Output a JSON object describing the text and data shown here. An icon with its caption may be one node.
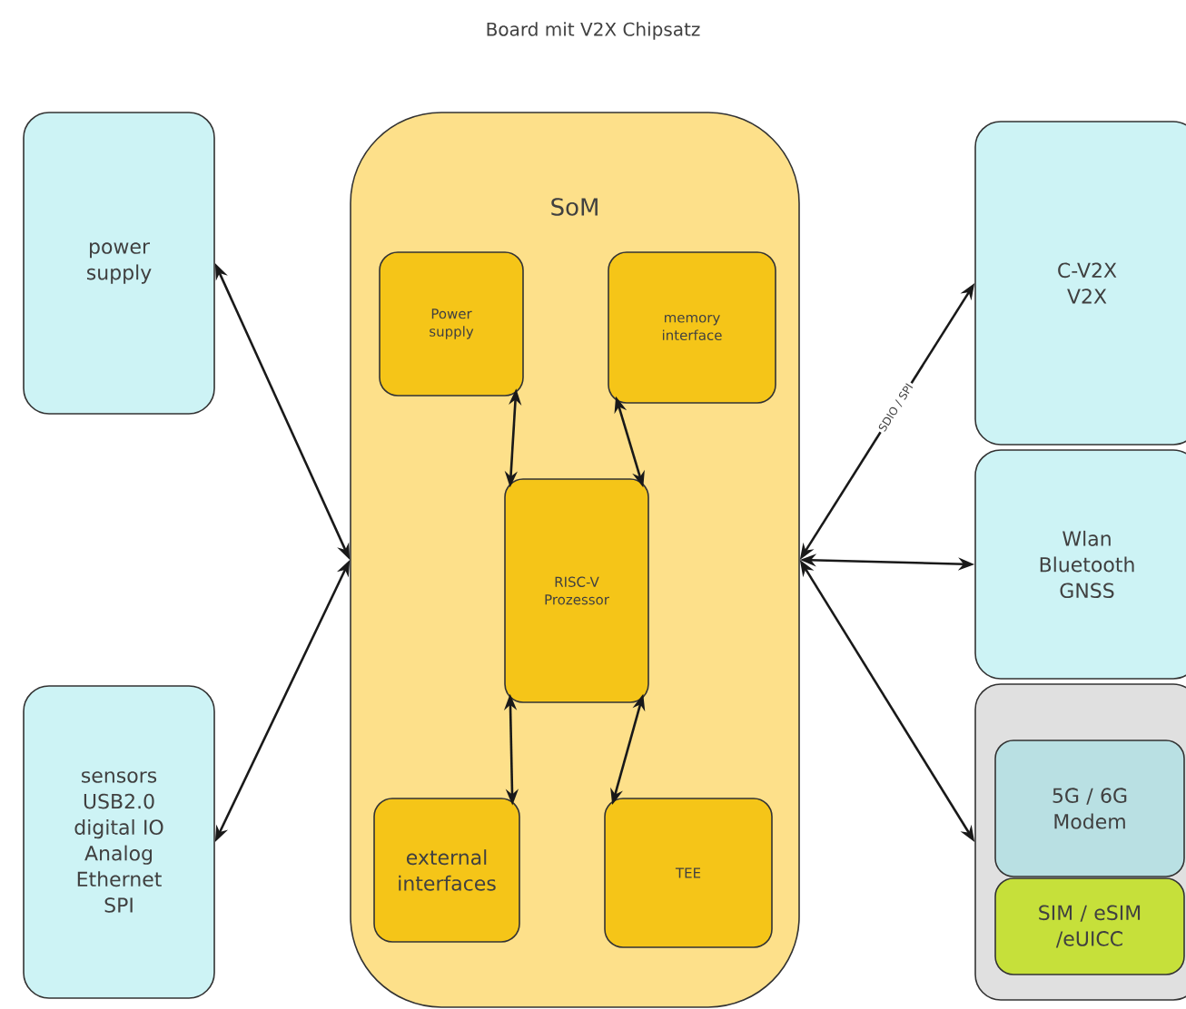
{
  "diagram": {
    "title": "Board mit V2X Chipsatz",
    "nodes": [
      {
        "text": [
          "power supply"
        ]
      },
      {
        "text": [
          "sensors USB2.0 digital IO Analog Ethernet SPI"
        ]
      },
      {
        "text": [
          "SoM"
        ]
      },
      {
        "text": [
          "Power supply"
        ],
        "in": 2
      },
      {
        "text": [
          "memory interface"
        ],
        "in": 2
      },
      {
        "text": [
          "RISC-V Prozessor"
        ],
        "in": 2
      },
      {
        "text": [
          "external interfaces"
        ],
        "in": 2
      },
      {
        "text": [
          "TEE"
        ],
        "in": 2
      },
      {
        "text": [
          "C-V2X V2X"
        ]
      },
      {
        "text": [
          "Wlan Bluetooth GNSS"
        ]
      },
      {
        "text": [],
        "shape": "box"
      },
      {
        "text": [
          "5G / 6G Modem"
        ],
        "in": 10
      },
      {
        "text": [
          "SIM / eSIM /eUICC"
        ],
        "in": 10
      }
    ],
    "edges": [
      {
        "from": 0,
        "to": 2,
        "arrow": "both"
      },
      {
        "from": 1,
        "to": 2,
        "arrow": "both"
      },
      {
        "from": 3,
        "to": 5,
        "arrow": "both"
      },
      {
        "from": 4,
        "to": 5,
        "arrow": "both"
      },
      {
        "from": 5,
        "to": 6,
        "arrow": "both"
      },
      {
        "from": 5,
        "to": 7,
        "arrow": "both"
      },
      {
        "from": 2,
        "to": 8,
        "arrow": "both",
        "label": "SDIO / SPI"
      },
      {
        "from": 2,
        "to": 9,
        "arrow": "both"
      },
      {
        "from": 2,
        "to": 10,
        "arrow": "both"
      }
    ]
  }
}
